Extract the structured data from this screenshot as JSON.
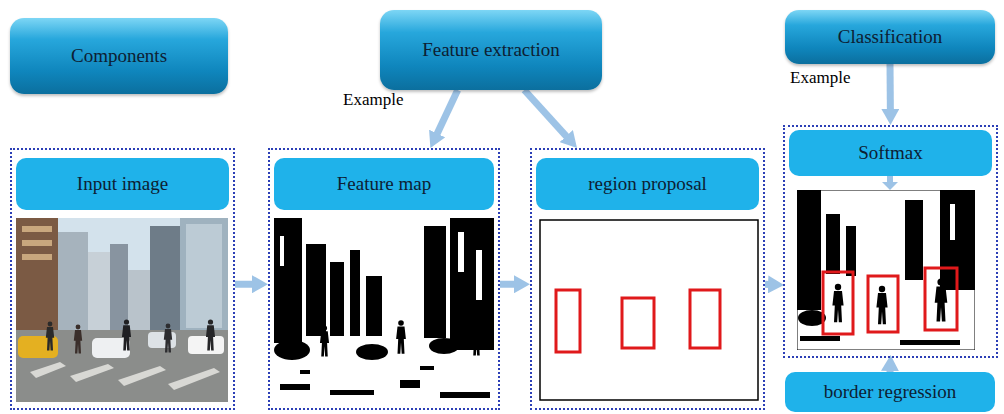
{
  "diagram": {
    "nodes": [
      {
        "text": [
          "Components"
        ]
      },
      {
        "text": [
          "Feature extraction"
        ]
      },
      {
        "text": [
          "Classification"
        ]
      },
      {
        "text": [
          "Input image"
        ]
      },
      {
        "text": [
          "Feature map"
        ]
      },
      {
        "text": [
          "region proposal"
        ]
      },
      {
        "text": [
          "Softmax"
        ]
      },
      {
        "text": [
          "border regression"
        ]
      }
    ],
    "edges": [
      {
        "from": 1,
        "to": 4,
        "arrow": "to"
      },
      {
        "from": 1,
        "to": 5,
        "arrow": "to"
      },
      {
        "from": 2,
        "to": 6,
        "arrow": "to"
      },
      {
        "from": 3,
        "to": 4,
        "arrow": "to"
      },
      {
        "from": 4,
        "to": 5,
        "arrow": "to"
      },
      {
        "from": 5,
        "to": 6,
        "arrow": "to"
      },
      {
        "from": 7,
        "to": 6,
        "arrow": "to"
      }
    ],
    "labels": [
      "Example",
      "Example"
    ]
  }
}
